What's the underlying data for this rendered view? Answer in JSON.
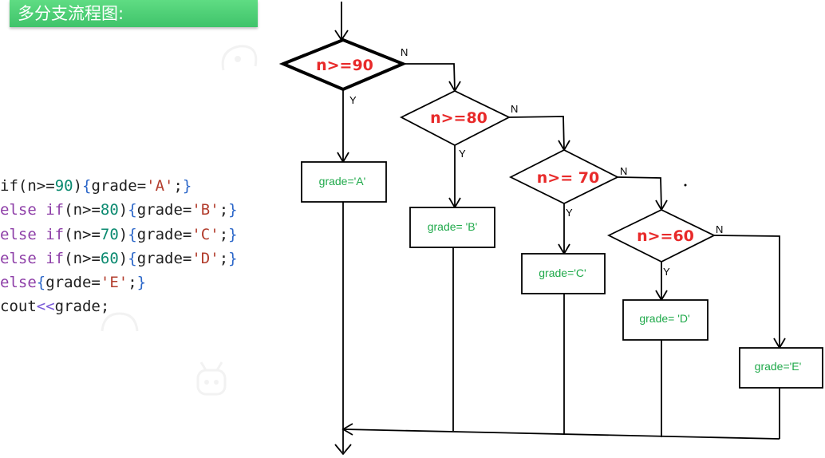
{
  "title": "多分支流程图:",
  "code_lines": [
    [
      {
        "t": "if",
        "c": "t-plain"
      },
      {
        "t": "(",
        "c": "t-punc"
      },
      {
        "t": "n",
        "c": "t-plain"
      },
      {
        "t": ">=",
        "c": "t-plain"
      },
      {
        "t": "90",
        "c": "t-num"
      },
      {
        "t": ")",
        "c": "t-punc"
      },
      {
        "t": "{",
        "c": "t-brace"
      },
      {
        "t": "grade",
        "c": "t-plain"
      },
      {
        "t": "=",
        "c": "t-plain"
      },
      {
        "t": "'A'",
        "c": "t-str"
      },
      {
        "t": ";",
        "c": "t-punc"
      },
      {
        "t": "}",
        "c": "t-brace"
      }
    ],
    [
      {
        "t": "else",
        "c": "t-kw"
      },
      {
        "t": " ",
        "c": "t-plain"
      },
      {
        "t": "if",
        "c": "t-kw"
      },
      {
        "t": "(",
        "c": "t-punc"
      },
      {
        "t": "n",
        "c": "t-plain"
      },
      {
        "t": ">=",
        "c": "t-plain"
      },
      {
        "t": "80",
        "c": "t-num"
      },
      {
        "t": ")",
        "c": "t-punc"
      },
      {
        "t": "{",
        "c": "t-brace"
      },
      {
        "t": "grade",
        "c": "t-plain"
      },
      {
        "t": "=",
        "c": "t-plain"
      },
      {
        "t": "'B'",
        "c": "t-str"
      },
      {
        "t": ";",
        "c": "t-punc"
      },
      {
        "t": "}",
        "c": "t-brace"
      }
    ],
    [
      {
        "t": "else",
        "c": "t-kw"
      },
      {
        "t": " ",
        "c": "t-plain"
      },
      {
        "t": "if",
        "c": "t-kw"
      },
      {
        "t": "(",
        "c": "t-punc"
      },
      {
        "t": "n",
        "c": "t-plain"
      },
      {
        "t": ">=",
        "c": "t-plain"
      },
      {
        "t": "70",
        "c": "t-num"
      },
      {
        "t": ")",
        "c": "t-punc"
      },
      {
        "t": "{",
        "c": "t-brace"
      },
      {
        "t": "grade",
        "c": "t-plain"
      },
      {
        "t": "=",
        "c": "t-plain"
      },
      {
        "t": "'C'",
        "c": "t-str"
      },
      {
        "t": ";",
        "c": "t-punc"
      },
      {
        "t": "}",
        "c": "t-brace"
      }
    ],
    [
      {
        "t": "else",
        "c": "t-kw"
      },
      {
        "t": " ",
        "c": "t-plain"
      },
      {
        "t": "if",
        "c": "t-kw"
      },
      {
        "t": "(",
        "c": "t-punc"
      },
      {
        "t": "n",
        "c": "t-plain"
      },
      {
        "t": ">=",
        "c": "t-plain"
      },
      {
        "t": "60",
        "c": "t-num"
      },
      {
        "t": ")",
        "c": "t-punc"
      },
      {
        "t": "{",
        "c": "t-brace"
      },
      {
        "t": "grade",
        "c": "t-plain"
      },
      {
        "t": "=",
        "c": "t-plain"
      },
      {
        "t": "'D'",
        "c": "t-str"
      },
      {
        "t": ";",
        "c": "t-punc"
      },
      {
        "t": "}",
        "c": "t-brace"
      }
    ],
    [
      {
        "t": "else",
        "c": "t-kw"
      },
      {
        "t": "{",
        "c": "t-brace"
      },
      {
        "t": "grade",
        "c": "t-plain"
      },
      {
        "t": "=",
        "c": "t-plain"
      },
      {
        "t": "'E'",
        "c": "t-str"
      },
      {
        "t": ";",
        "c": "t-punc"
      },
      {
        "t": "}",
        "c": "t-brace"
      }
    ],
    [
      {
        "t": "cout",
        "c": "t-plain"
      },
      {
        "t": "<<",
        "c": "t-op"
      },
      {
        "t": "grade",
        "c": "t-plain"
      },
      {
        "t": ";",
        "c": "t-punc"
      }
    ]
  ],
  "flowchart": {
    "conditions": [
      "n>=90",
      "n>=80",
      "n>= 70",
      "n>=60"
    ],
    "boxes": [
      "grade='A'",
      "grade= 'B'",
      "grade='C'",
      "grade= 'D'",
      "grade='E'"
    ],
    "yes_label": "Y",
    "no_label": "N"
  },
  "colors": {
    "title_bar": "#4ccf76",
    "condition_text": "#e82a2a",
    "box_text": "#1fa94a",
    "line": "#000000"
  }
}
